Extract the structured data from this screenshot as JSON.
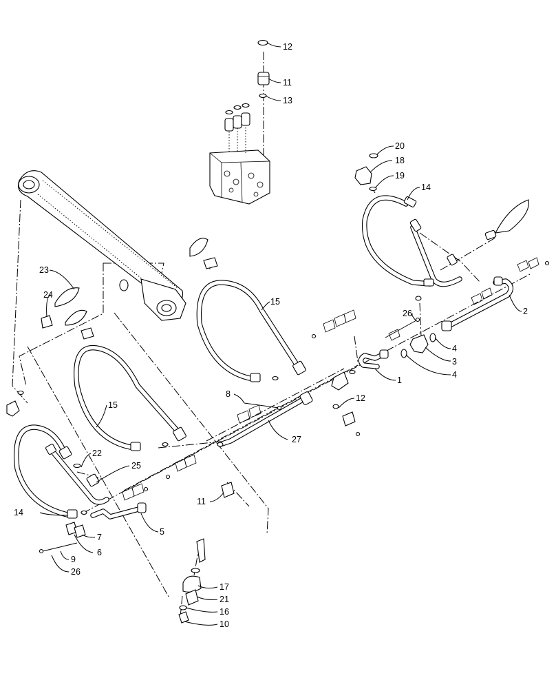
{
  "diagram": {
    "callouts": [
      {
        "id": "c12a",
        "label": "12"
      },
      {
        "id": "c11a",
        "label": "11"
      },
      {
        "id": "c13",
        "label": "13"
      },
      {
        "id": "c20",
        "label": "20"
      },
      {
        "id": "c18",
        "label": "18"
      },
      {
        "id": "c19",
        "label": "19"
      },
      {
        "id": "c14a",
        "label": "14"
      },
      {
        "id": "c2",
        "label": "2"
      },
      {
        "id": "c23",
        "label": "23"
      },
      {
        "id": "c24",
        "label": "24"
      },
      {
        "id": "c15a",
        "label": "15"
      },
      {
        "id": "c26a",
        "label": "26"
      },
      {
        "id": "c4a",
        "label": "4"
      },
      {
        "id": "c3",
        "label": "3"
      },
      {
        "id": "c4b",
        "label": "4"
      },
      {
        "id": "c1",
        "label": "1"
      },
      {
        "id": "c8",
        "label": "8"
      },
      {
        "id": "c12b",
        "label": "12"
      },
      {
        "id": "c15b",
        "label": "15"
      },
      {
        "id": "c27",
        "label": "27"
      },
      {
        "id": "c22",
        "label": "22"
      },
      {
        "id": "c25",
        "label": "25"
      },
      {
        "id": "c11b",
        "label": "11"
      },
      {
        "id": "c14b",
        "label": "14"
      },
      {
        "id": "c5",
        "label": "5"
      },
      {
        "id": "c7",
        "label": "7"
      },
      {
        "id": "c6",
        "label": "6"
      },
      {
        "id": "c9",
        "label": "9"
      },
      {
        "id": "c26b",
        "label": "26"
      },
      {
        "id": "c17",
        "label": "17"
      },
      {
        "id": "c21",
        "label": "21"
      },
      {
        "id": "c16",
        "label": "16"
      },
      {
        "id": "c10",
        "label": "10"
      }
    ]
  }
}
